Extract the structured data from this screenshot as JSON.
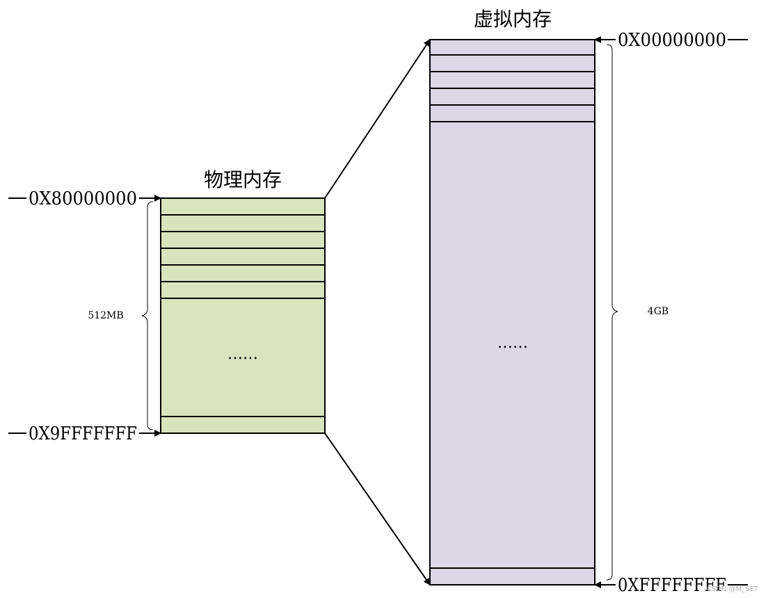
{
  "physical": {
    "title": "物理内存",
    "start_address": "0X80000000",
    "end_address": "0X9FFFFFFF",
    "size": "512MB",
    "ellipsis": "……",
    "fill_color": "#d7e4bd"
  },
  "virtual": {
    "title": "虚拟内存",
    "start_address": "0X00000000",
    "end_address": "0XFFFFFFFF",
    "size": "4GB",
    "ellipsis": "……",
    "fill_color": "#ddd6e6"
  },
  "watermark": "CSDN @M_SET"
}
